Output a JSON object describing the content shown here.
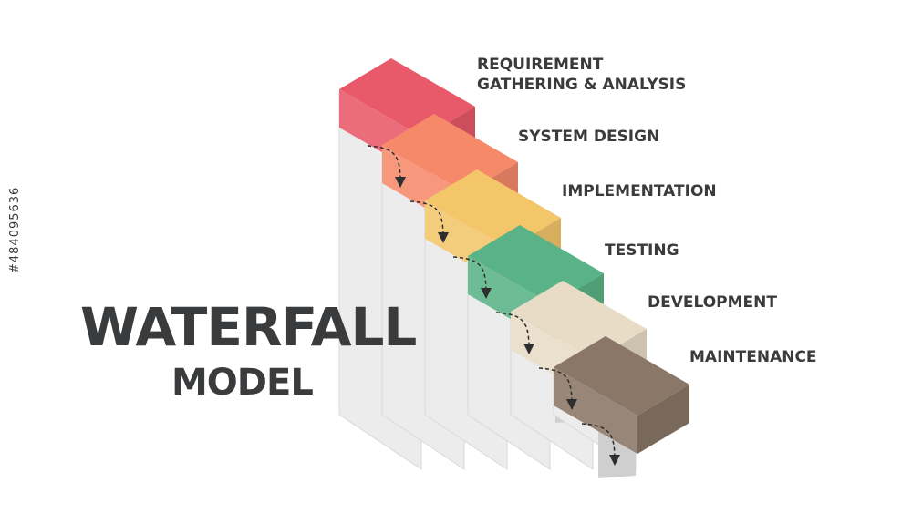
{
  "title": {
    "main": "WATERFALL",
    "sub": "MODEL"
  },
  "steps": [
    {
      "label_lines": [
        "REQUIREMENT",
        "GATHERING & ANALYSIS"
      ],
      "color": "#e8596a"
    },
    {
      "label_lines": [
        "SYSTEM DESIGN"
      ],
      "color": "#f6896a"
    },
    {
      "label_lines": [
        "IMPLEMENTATION"
      ],
      "color": "#f3c66a"
    },
    {
      "label_lines": [
        "TESTING"
      ],
      "color": "#5ab386"
    },
    {
      "label_lines": [
        "DEVELOPMENT"
      ],
      "color": "#e8dcc6"
    },
    {
      "label_lines": [
        "MAINTENANCE"
      ],
      "color": "#8a7767"
    }
  ],
  "watermark": "#484095636"
}
